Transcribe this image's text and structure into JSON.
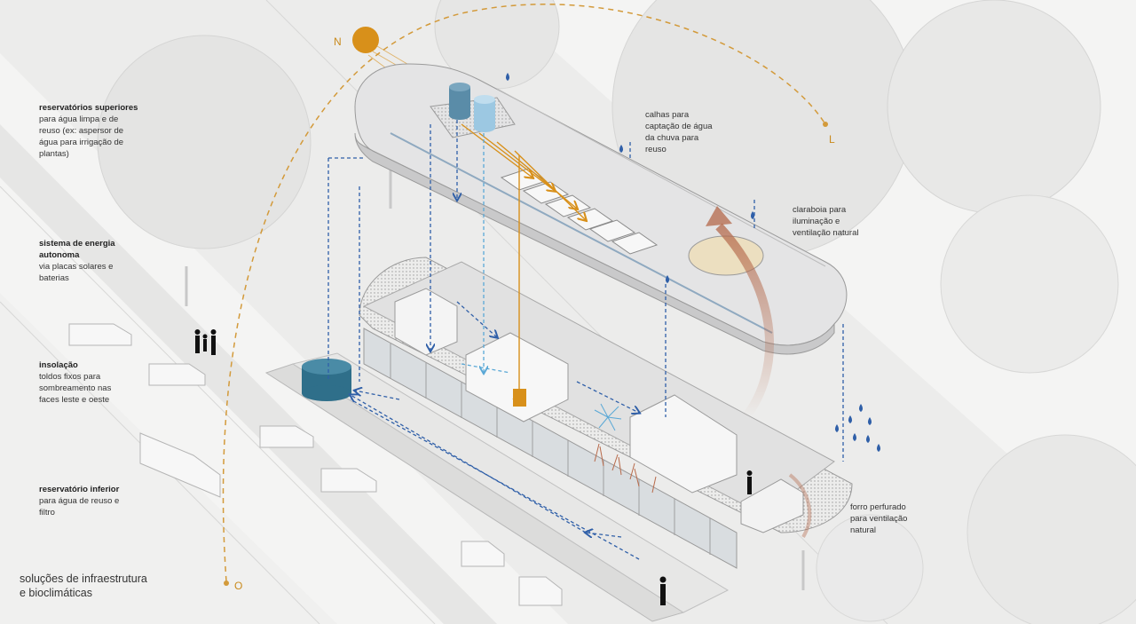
{
  "cardinals": {
    "north": "N",
    "east": "L",
    "west": "O"
  },
  "left_notes": [
    {
      "heading": "reservatórios superiores",
      "lines": [
        "para água limpa e de",
        "reuso (ex: aspersor de",
        "água para irrigação de",
        "plantas)"
      ]
    },
    {
      "heading": "sistema de energia",
      "heading2": "autonoma",
      "lines": [
        "via placas solares e",
        "baterias"
      ]
    },
    {
      "heading": "insolação",
      "lines": [
        "toldos fixos para",
        "sombreamento nas",
        "faces leste e oeste"
      ]
    },
    {
      "heading": "reservatório inferior",
      "lines": [
        "para água de reuso e",
        "filtro"
      ]
    }
  ],
  "right_notes": {
    "gutters": [
      "calhas para",
      "captação de água",
      "da chuva para",
      "reuso"
    ],
    "skylight": [
      "claraboia para",
      "iluminação e",
      "ventilação natural"
    ],
    "ceiling": [
      "forro perfurado",
      "para ventilação",
      "natural"
    ]
  },
  "title": {
    "line1": "soluções de infraestrutura",
    "line2": "e bioclimáticas"
  },
  "colors": {
    "sun": "#d8901a",
    "sun_path": "#d39a3a",
    "water_flow": "#2f5fa8",
    "clean_water": "#5aa8d6",
    "solar_flow": "#d8901a",
    "air_flow": "#b4684a",
    "tank_lower": "#2f6f8a",
    "structure": "#e9e9ea",
    "line": "#8a8a8a"
  }
}
